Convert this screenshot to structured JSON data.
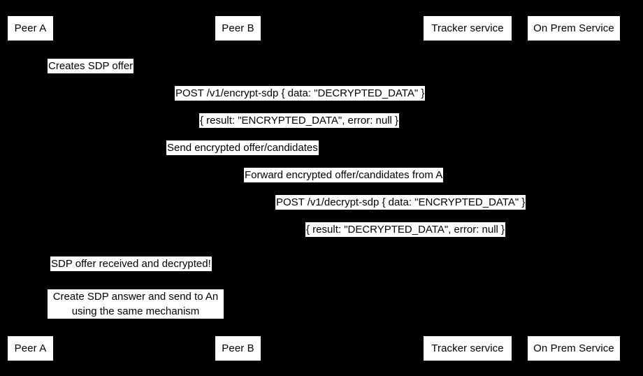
{
  "diagram": {
    "type": "sequence-diagram",
    "background_color": "#000000",
    "box_fill_color": "#ffffff",
    "text_color": "#000000",
    "participants": [
      {
        "id": "peer-a",
        "label": "Peer A"
      },
      {
        "id": "peer-b",
        "label": "Peer B"
      },
      {
        "id": "tracker-service",
        "label": "Tracker service"
      },
      {
        "id": "on-prem-service",
        "label": "On Prem Service"
      }
    ],
    "messages": [
      {
        "id": "creates-sdp-offer",
        "text": "Creates SDP offer",
        "from": "peer-a",
        "to": "peer-a",
        "kind": "self"
      },
      {
        "id": "post-encrypt-sdp",
        "text": "POST /v1/encrypt-sdp { data: \"DECRYPTED_DATA\" }",
        "from": "peer-a",
        "to": "on-prem-service",
        "kind": "request"
      },
      {
        "id": "encrypt-sdp-response",
        "text": "{ result: \"ENCRYPTED_DATA\", error: null }",
        "from": "on-prem-service",
        "to": "peer-a",
        "kind": "response"
      },
      {
        "id": "send-encrypted-offer",
        "text": "Send encrypted offer/candidates",
        "from": "peer-a",
        "to": "tracker-service",
        "kind": "request"
      },
      {
        "id": "forward-encrypted-offer",
        "text": "Forward encrypted offer/candidates from A",
        "from": "tracker-service",
        "to": "peer-b",
        "kind": "request"
      },
      {
        "id": "post-decrypt-sdp",
        "text": "POST /v1/decrypt-sdp { data: \"ENCRYPTED_DATA\" }",
        "from": "peer-b",
        "to": "on-prem-service",
        "kind": "request"
      },
      {
        "id": "decrypt-sdp-response",
        "text": "{ result: \"DECRYPTED_DATA\", error: null }",
        "from": "on-prem-service",
        "to": "peer-b",
        "kind": "response"
      },
      {
        "id": "sdp-offer-received",
        "text": "SDP offer received and decrypted!",
        "from": "peer-b",
        "to": "peer-b",
        "kind": "self"
      },
      {
        "id": "create-sdp-answer",
        "text": "Create SDP answer and send to An using the same mechanism",
        "line1": "Create SDP answer and send to An",
        "line2": "using the same mechanism",
        "from": "peer-b",
        "to": "peer-b",
        "kind": "self"
      }
    ],
    "footer_participants": [
      {
        "id": "peer-a-footer",
        "label": "Peer A"
      },
      {
        "id": "peer-b-footer",
        "label": "Peer B"
      },
      {
        "id": "tracker-service-footer",
        "label": "Tracker service"
      },
      {
        "id": "on-prem-service-footer",
        "label": "On Prem Service"
      }
    ]
  }
}
